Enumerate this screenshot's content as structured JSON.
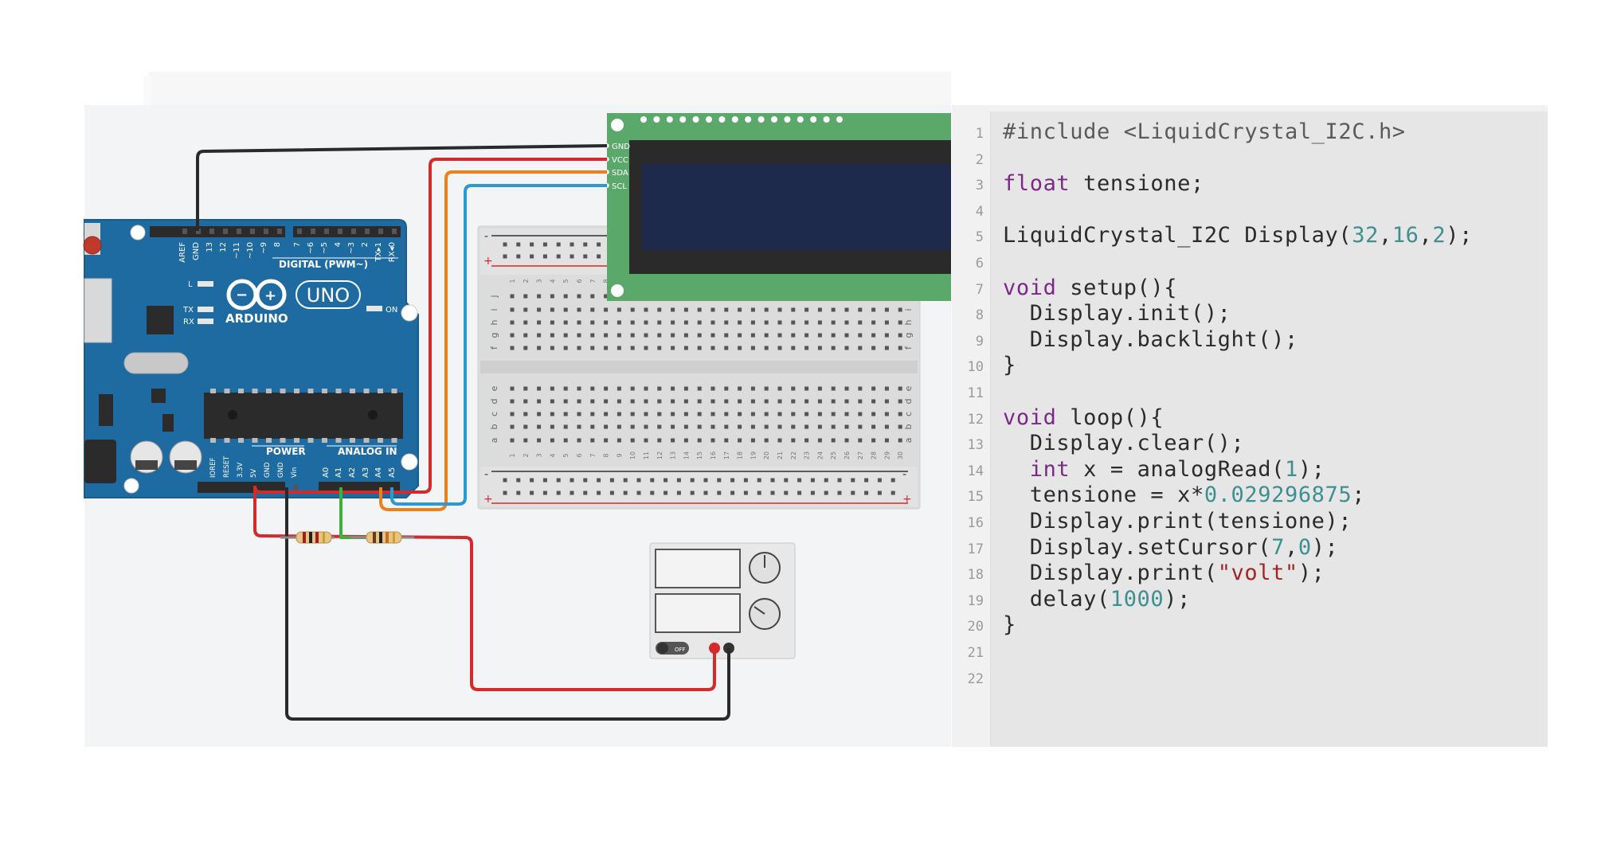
{
  "arduino": {
    "brand": "ARDUINO",
    "model": "UNO",
    "digital_label": "DIGITAL (PWM~)",
    "power_label": "POWER",
    "analog_label": "ANALOG IN",
    "on_label": "ON",
    "l_label": "L",
    "tx_label": "TX",
    "rx_label": "RX",
    "top_pins": [
      "AREF",
      "GND",
      "13",
      "12",
      "~11",
      "~10",
      "~9",
      "8",
      "7",
      "~6",
      "~5",
      "4",
      "~3",
      "2",
      "TX▸1",
      "RX◂0"
    ],
    "power_pins": [
      "IOREF",
      "RESET",
      "3.3V",
      "5V",
      "GND",
      "GND",
      "Vin"
    ],
    "analog_pins": [
      "A0",
      "A1",
      "A2",
      "A3",
      "A4",
      "A5"
    ]
  },
  "lcd": {
    "pins": [
      "GND",
      "VCC",
      "SDA",
      "SCL"
    ],
    "backlight_color": "#1d2a4c",
    "board_color": "#5aa86a"
  },
  "breadboard": {
    "row_letters_top": [
      "j",
      "i",
      "h",
      "g",
      "f"
    ],
    "row_letters_bottom": [
      "e",
      "d",
      "c",
      "b",
      "a"
    ],
    "minus_sign": "-",
    "plus_sign": "+",
    "column_count": 30
  },
  "power_supply": {
    "off_label": "OFF"
  },
  "wires": {
    "black": "#2a2a2a",
    "red": "#d42a2a",
    "orange": "#e8821e",
    "blue": "#2a9ad4",
    "green": "#3fae3f"
  },
  "editor": {
    "line_numbers": [
      "1",
      "2",
      "3",
      "4",
      "5",
      "6",
      "7",
      "8",
      "9",
      "10",
      "11",
      "12",
      "13",
      "14",
      "15",
      "16",
      "17",
      "18",
      "19",
      "20",
      "21",
      "22"
    ],
    "lines": [
      {
        "segments": [
          {
            "t": "#include <LiquidCrystal_I2C.h>",
            "c": "pp"
          }
        ]
      },
      {
        "segments": []
      },
      {
        "segments": [
          {
            "t": "float",
            "c": "kw"
          },
          {
            "t": " tensione;",
            "c": ""
          }
        ]
      },
      {
        "segments": []
      },
      {
        "segments": [
          {
            "t": "LiquidCrystal_I2C Display(",
            "c": ""
          },
          {
            "t": "32",
            "c": "num"
          },
          {
            "t": ",",
            "c": ""
          },
          {
            "t": "16",
            "c": "num"
          },
          {
            "t": ",",
            "c": ""
          },
          {
            "t": "2",
            "c": "num"
          },
          {
            "t": ");",
            "c": ""
          }
        ]
      },
      {
        "segments": []
      },
      {
        "segments": [
          {
            "t": "void",
            "c": "kw"
          },
          {
            "t": " setup(){",
            "c": ""
          }
        ]
      },
      {
        "segments": [
          {
            "t": "  Display.init();",
            "c": ""
          }
        ]
      },
      {
        "segments": [
          {
            "t": "  Display.backlight();",
            "c": ""
          }
        ]
      },
      {
        "segments": [
          {
            "t": "}",
            "c": ""
          }
        ]
      },
      {
        "segments": []
      },
      {
        "segments": [
          {
            "t": "void",
            "c": "kw"
          },
          {
            "t": " loop(){",
            "c": ""
          }
        ]
      },
      {
        "segments": [
          {
            "t": "  Display.clear();",
            "c": ""
          }
        ]
      },
      {
        "segments": [
          {
            "t": "  ",
            "c": ""
          },
          {
            "t": "int",
            "c": "kw"
          },
          {
            "t": " x = analogRead(",
            "c": ""
          },
          {
            "t": "1",
            "c": "num"
          },
          {
            "t": ");",
            "c": ""
          }
        ]
      },
      {
        "segments": [
          {
            "t": "  tensione = x*",
            "c": ""
          },
          {
            "t": "0.029296875",
            "c": "num"
          },
          {
            "t": ";",
            "c": ""
          }
        ]
      },
      {
        "segments": [
          {
            "t": "  Display.print(tensione);",
            "c": ""
          }
        ]
      },
      {
        "segments": [
          {
            "t": "  Display.setCursor(",
            "c": ""
          },
          {
            "t": "7",
            "c": "num"
          },
          {
            "t": ",",
            "c": ""
          },
          {
            "t": "0",
            "c": "num"
          },
          {
            "t": ");",
            "c": ""
          }
        ]
      },
      {
        "segments": [
          {
            "t": "  Display.print(",
            "c": ""
          },
          {
            "t": "\"volt\"",
            "c": "str"
          },
          {
            "t": ");",
            "c": ""
          }
        ]
      },
      {
        "segments": [
          {
            "t": "  delay(",
            "c": ""
          },
          {
            "t": "1000",
            "c": "num"
          },
          {
            "t": ");",
            "c": ""
          }
        ]
      },
      {
        "segments": [
          {
            "t": "}",
            "c": ""
          }
        ]
      },
      {
        "segments": []
      },
      {
        "segments": []
      }
    ]
  }
}
